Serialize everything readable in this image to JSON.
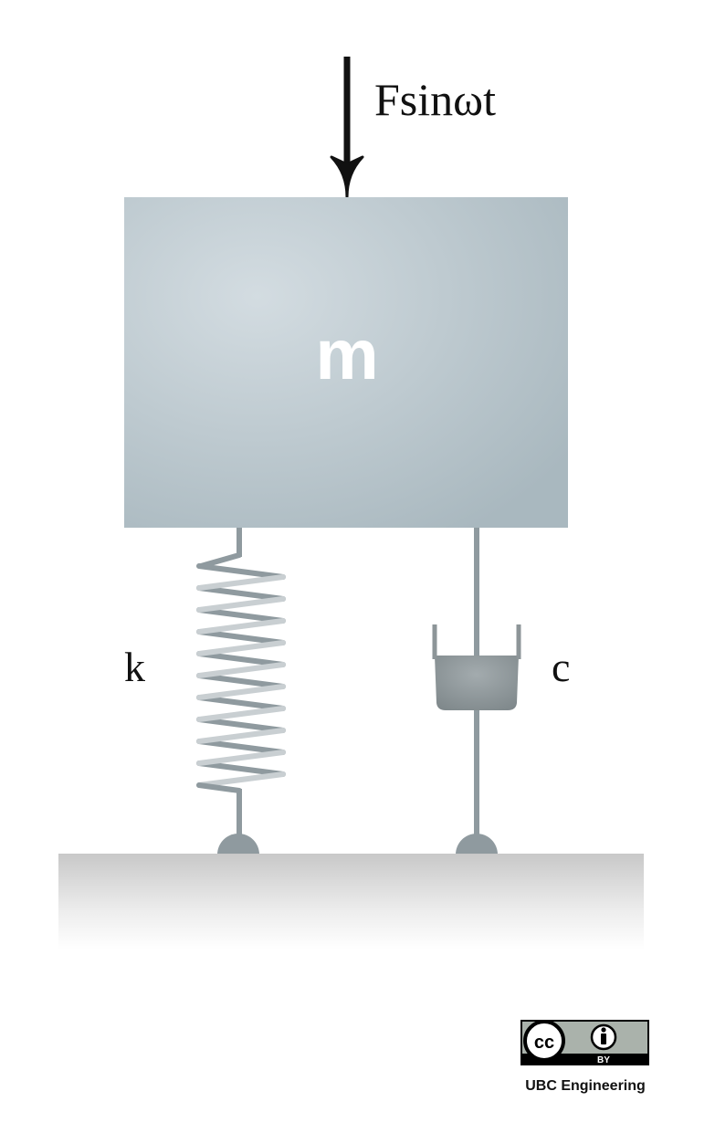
{
  "diagram": {
    "force_label": "Fsinωt",
    "mass_label": "m",
    "spring_label": "k",
    "damper_label": "c"
  },
  "license": {
    "cc_text": "cc",
    "by_text": "BY",
    "credit": "UBC Engineering"
  },
  "colors": {
    "mass_fill": "#aebcc3",
    "mass_highlight": "#d3dce1",
    "spring_dark": "#8f9a9f",
    "spring_light": "#c9cfd2",
    "damper_fill": "#8d9598",
    "ground_top": "#c8c8c8",
    "arrow": "#111111"
  }
}
